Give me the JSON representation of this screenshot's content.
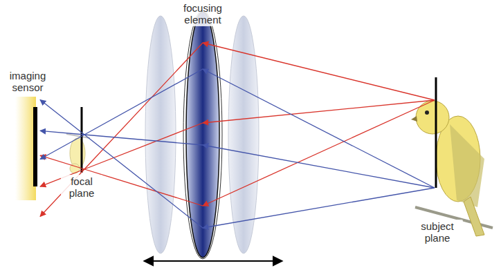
{
  "diagram": {
    "labels": [
      "focusing element",
      "imaging sensor",
      "focal plane",
      "subject plane"
    ]
  }
}
